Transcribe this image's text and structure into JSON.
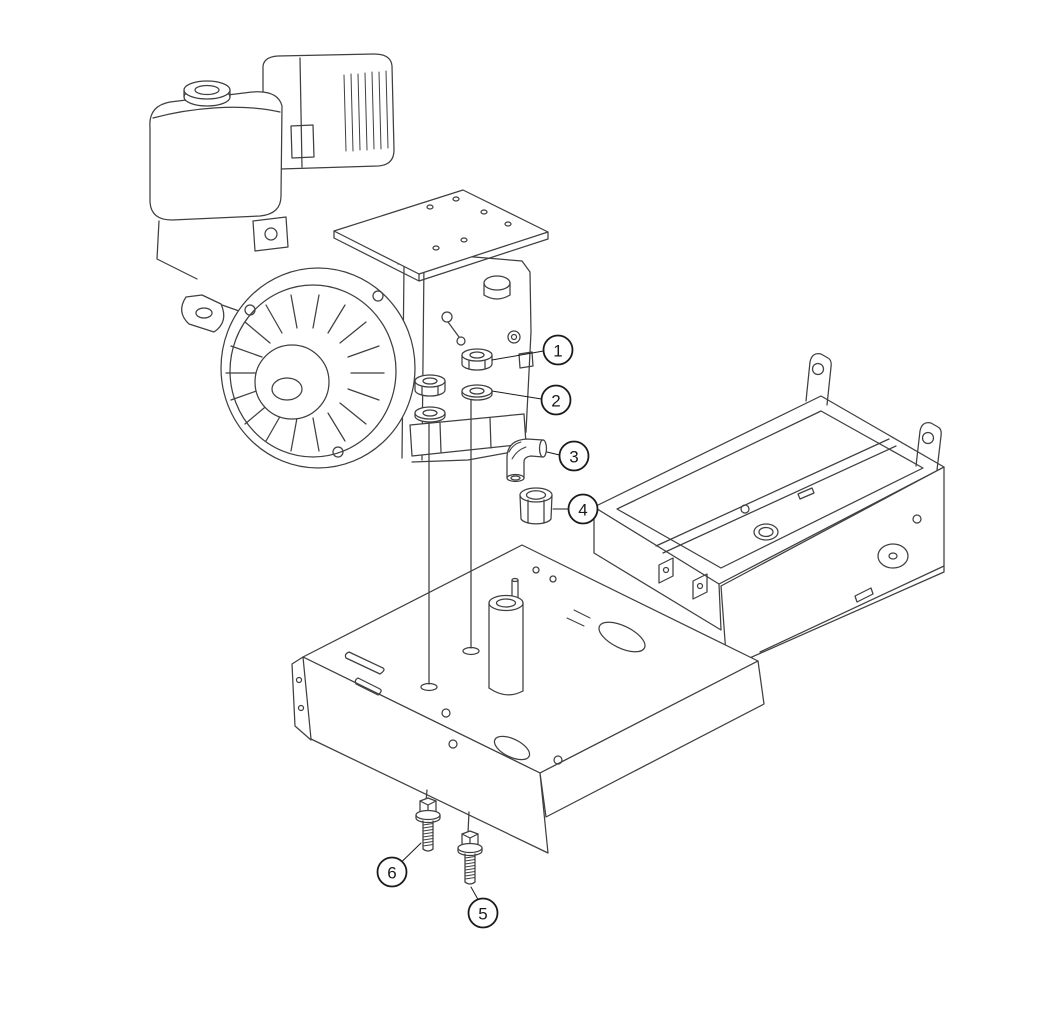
{
  "colors": {
    "background": "#ffffff",
    "line": "#3f3f3f",
    "callout": "#1a1a1a"
  },
  "callouts": [
    {
      "label": "1",
      "part": "flange-nut"
    },
    {
      "label": "2",
      "part": "flat-washer"
    },
    {
      "label": "3",
      "part": "elbow-fitting"
    },
    {
      "label": "4",
      "part": "coupling-nut"
    },
    {
      "label": "5",
      "part": "hex-flange-bolt"
    },
    {
      "label": "6",
      "part": "hex-flange-bolt"
    }
  ]
}
